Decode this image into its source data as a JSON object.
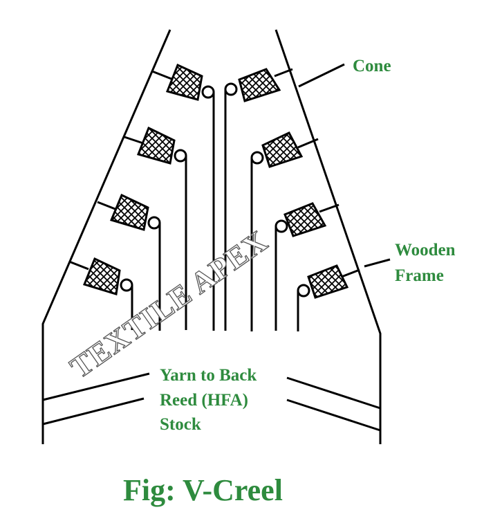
{
  "colors": {
    "line": "#000000",
    "label": "#2e8b3e",
    "background": "#ffffff",
    "watermark_fill": "#ffffff",
    "watermark_stroke": "#555555"
  },
  "labels": {
    "cone": "Cone",
    "wooden_frame_line1": "Wooden",
    "wooden_frame_line2": "Frame",
    "yarn_line1": "Yarn to Back",
    "yarn_line2": "Reed (HFA)",
    "yarn_line3": "Stock"
  },
  "watermark": "TEXTILE APEX",
  "caption": "Fig: V-Creel"
}
